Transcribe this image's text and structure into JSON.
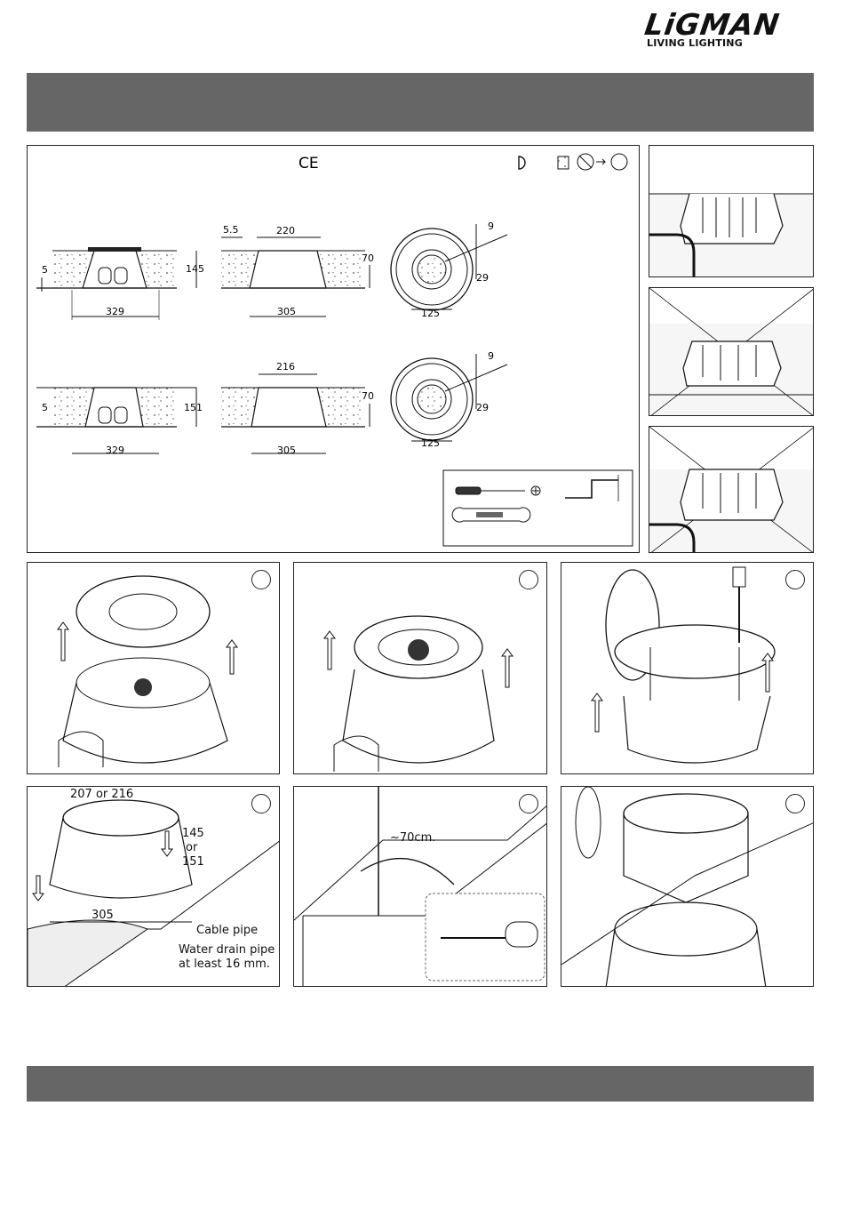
{
  "brand": {
    "name": "LiGMAN",
    "tagline": "LIVING LIGHTING"
  },
  "spec_panel": {
    "ce_mark": "CE",
    "top_dims": {
      "d5_5": "5.5",
      "d220": "220",
      "d5": "5",
      "d145": "145",
      "d70": "70",
      "d329": "329",
      "d305": "305",
      "d9": "9",
      "d29": "29",
      "d125": "125"
    },
    "bottom_dims": {
      "d216": "216",
      "d5": "5",
      "d151": "151",
      "d70": "70",
      "d329": "329",
      "d305": "305",
      "d9": "9",
      "d29": "29",
      "d125": "125"
    }
  },
  "step_labels": {
    "width": "207 or 216",
    "depth_a": "145",
    "or": "or",
    "depth_b": "151",
    "base": "305",
    "cable_pipe": "Cable pipe",
    "drain_line1": "Water drain pipe",
    "drain_line2": "at least 16 mm.",
    "cable_len": "~70cm."
  }
}
